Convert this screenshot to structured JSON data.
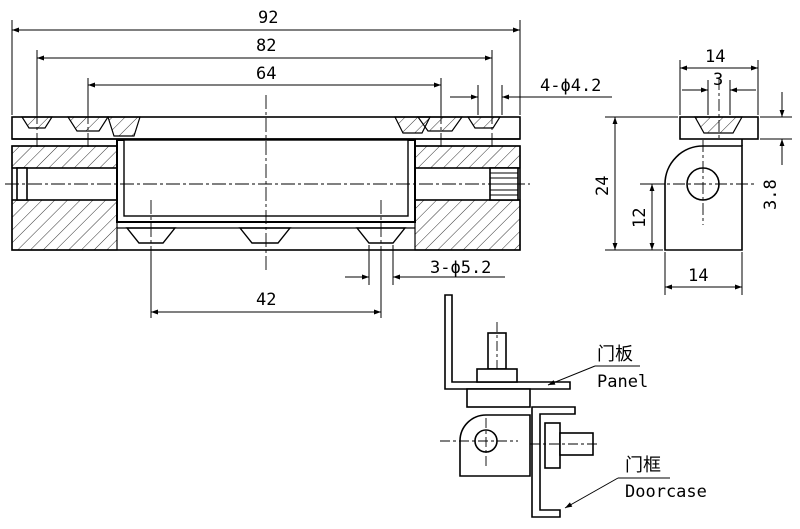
{
  "front_view": {
    "dims": {
      "overall_length": "92",
      "top_hole_spacing_outer": "82",
      "top_hole_spacing_inner": "64",
      "bottom_hole_spacing": "42"
    },
    "callouts": {
      "top_holes": "4-ϕ4.2",
      "bottom_holes": "3-ϕ5.2"
    }
  },
  "side_view": {
    "dims": {
      "top_width": "14",
      "slot_width": "3",
      "height": "24",
      "pivot_height": "12",
      "offset": "3.8",
      "bottom_width": "14"
    }
  },
  "install_view": {
    "labels": {
      "panel_cn": "门板",
      "panel_en": "Panel",
      "frame_cn": "门框",
      "frame_en": "Doorcase"
    }
  },
  "colors": {
    "line": "#000000",
    "background": "#ffffff"
  }
}
